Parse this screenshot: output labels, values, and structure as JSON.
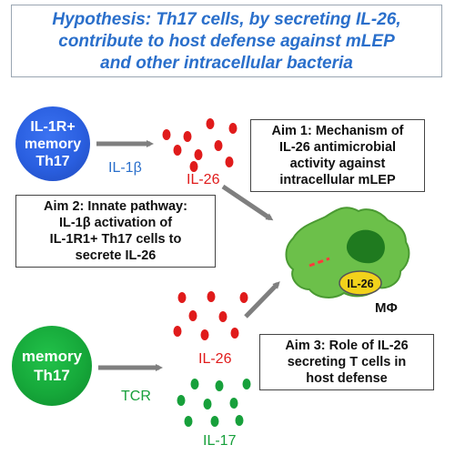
{
  "hypothesis": {
    "line1": "Hypothesis: Th17 cells, by secreting IL-26,",
    "line2": "contribute to host defense against mLEP",
    "line3": "and other intracellular bacteria"
  },
  "cells": {
    "il1r_memory_th17": {
      "line1": "IL-1R+",
      "line2": "memory",
      "line3": "Th17",
      "color": "#2a5fe0"
    },
    "memory_th17": {
      "line1": "memory",
      "line2": "Th17",
      "color": "#16a83a"
    }
  },
  "labels": {
    "il1b": "IL-1β",
    "il26_top": "IL-26",
    "il26_bottom": "IL-26",
    "tcr": "TCR",
    "il17": "IL-17",
    "macrophage": "MΦ",
    "il26_badge": "IL-26"
  },
  "aims": {
    "aim1": {
      "line1": "Aim 1: Mechanism of",
      "line2": "IL-26 antimicrobial",
      "line3": "activity against",
      "line4": "intracellular mLEP"
    },
    "aim2": {
      "line1": "Aim 2: Innate pathway:",
      "line2": "IL-1β activation of",
      "line3": "IL-1R1+ Th17 cells to",
      "line4": "secrete IL-26"
    },
    "aim3": {
      "line1": "Aim 3: Role of IL-26",
      "line2": "secreting T cells in",
      "line3": "host defense"
    }
  },
  "colors": {
    "hypothesis_text": "#2a6fcb",
    "il26_dots": "#e01b1b",
    "il17_dots": "#17a03b",
    "macrophage_body": "#6cc04a",
    "macrophage_nucleus": "#1f7a1f",
    "badge": "#f2d21b",
    "arrow": "#7f7f7f"
  }
}
